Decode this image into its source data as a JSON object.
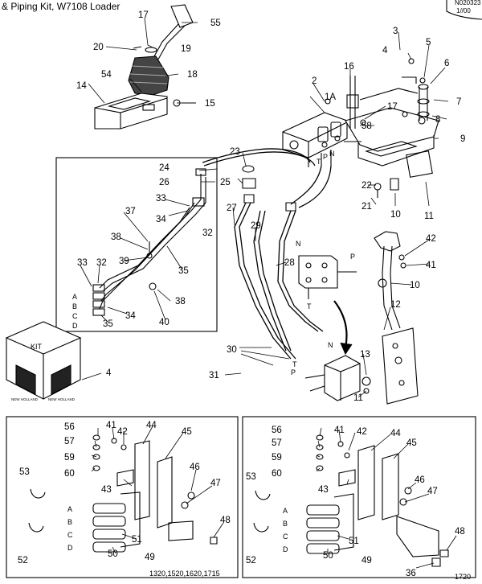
{
  "header": {
    "title": "& Piping Kit, W7108 Loader",
    "ref_code": "N020323",
    "ref_date": "1/​/00"
  },
  "kit_box": {
    "label": "KIT",
    "logo_text": "NEW HOLLAND"
  },
  "callouts": [
    "1A",
    "2",
    "3",
    "4",
    "5",
    "6",
    "7",
    "8",
    "9",
    "10",
    "11",
    "12",
    "13",
    "14",
    "15",
    "16",
    "17",
    "18",
    "19",
    "20",
    "21",
    "22",
    "23",
    "24",
    "25",
    "26",
    "27",
    "28",
    "29",
    "30",
    "31",
    "32",
    "33",
    "34",
    "35",
    "36",
    "37",
    "38",
    "39",
    "40",
    "41",
    "42",
    "43",
    "44",
    "45",
    "46",
    "47",
    "48",
    "49",
    "50",
    "51",
    "52",
    "53",
    "54",
    "55",
    "56",
    "57",
    "58",
    "59",
    "60"
  ],
  "port_labels": {
    "n": "N",
    "p": "P",
    "t": "T"
  },
  "spool_labels": [
    "A",
    "B",
    "C",
    "D"
  ],
  "inset_left_caption": "1320,1520,1620,1715",
  "page_number": "1720"
}
